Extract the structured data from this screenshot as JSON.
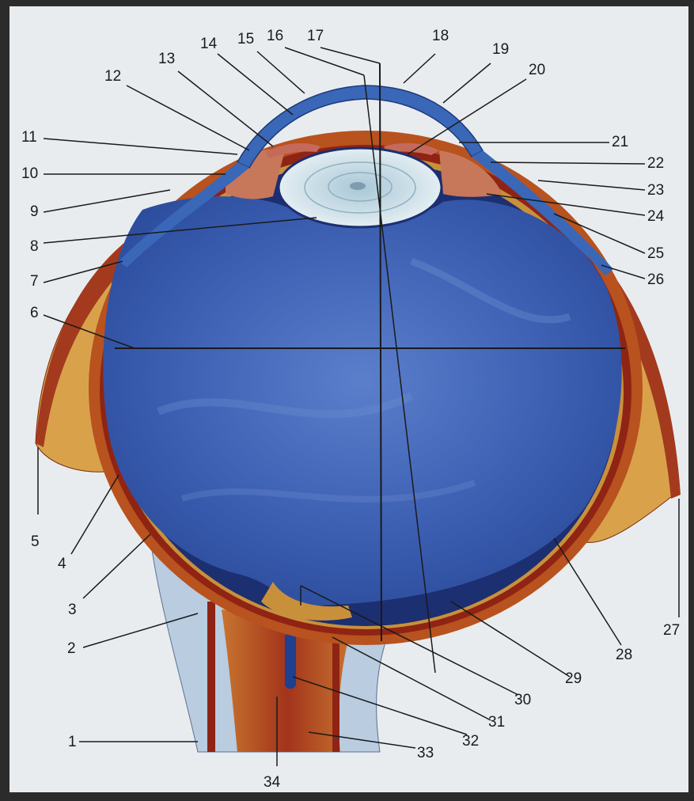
{
  "labels": {
    "l1": "1",
    "l2": "2",
    "l3": "3",
    "l4": "4",
    "l5": "5",
    "l6": "6",
    "l7": "7",
    "l8": "8",
    "l9": "9",
    "l10": "10",
    "l11": "11",
    "l12": "12",
    "l13": "13",
    "l14": "14",
    "l15": "15",
    "l16": "16",
    "l17": "17",
    "l18": "18",
    "l19": "19",
    "l20": "20",
    "l21": "21",
    "l22": "22",
    "l23": "23",
    "l24": "24",
    "l25": "25",
    "l26": "26",
    "l27": "27",
    "l28": "28",
    "l29": "29",
    "l30": "30",
    "l31": "31",
    "l32": "32",
    "l33": "33",
    "l34": "34"
  },
  "colors": {
    "background": "#e9ecef",
    "frame": "#2b2b2b",
    "vitreous": "#3f63b5",
    "vitreous_light": "#6f8fd0",
    "cornea_sclera_blue": "#3a67b8",
    "choroid": "#8f2414",
    "retina": "#c9903c",
    "muscle": "#a33a1e",
    "fat": "#d9a24a",
    "optic_sheath": "#b9cce0",
    "lens": "#cfe2ea",
    "ciliary": "#c7785a",
    "line": "#1a1a1a"
  }
}
